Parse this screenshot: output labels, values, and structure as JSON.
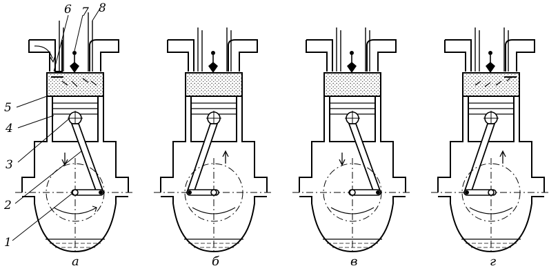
{
  "diagram": {
    "panels": [
      {
        "caption": "а",
        "stroke": "intake",
        "piston": "down",
        "intake_open": true,
        "exhaust_open": false
      },
      {
        "caption": "б",
        "stroke": "compression",
        "piston": "up",
        "intake_open": false,
        "exhaust_open": false
      },
      {
        "caption": "в",
        "stroke": "power",
        "piston": "down",
        "intake_open": false,
        "exhaust_open": false
      },
      {
        "caption": "г",
        "stroke": "exhaust",
        "piston": "up",
        "intake_open": false,
        "exhaust_open": true
      }
    ],
    "callouts": [
      {
        "label": "1",
        "part": "crankshaft"
      },
      {
        "label": "2",
        "part": "connecting-rod"
      },
      {
        "label": "3",
        "part": "piston-pin"
      },
      {
        "label": "4",
        "part": "piston"
      },
      {
        "label": "5",
        "part": "cylinder"
      },
      {
        "label": "6",
        "part": "intake-valve"
      },
      {
        "label": "7",
        "part": "spark-plug"
      },
      {
        "label": "8",
        "part": "exhaust-valve"
      }
    ]
  },
  "colors": {
    "line": "#000000",
    "background": "#ffffff",
    "dots": "#444444"
  }
}
